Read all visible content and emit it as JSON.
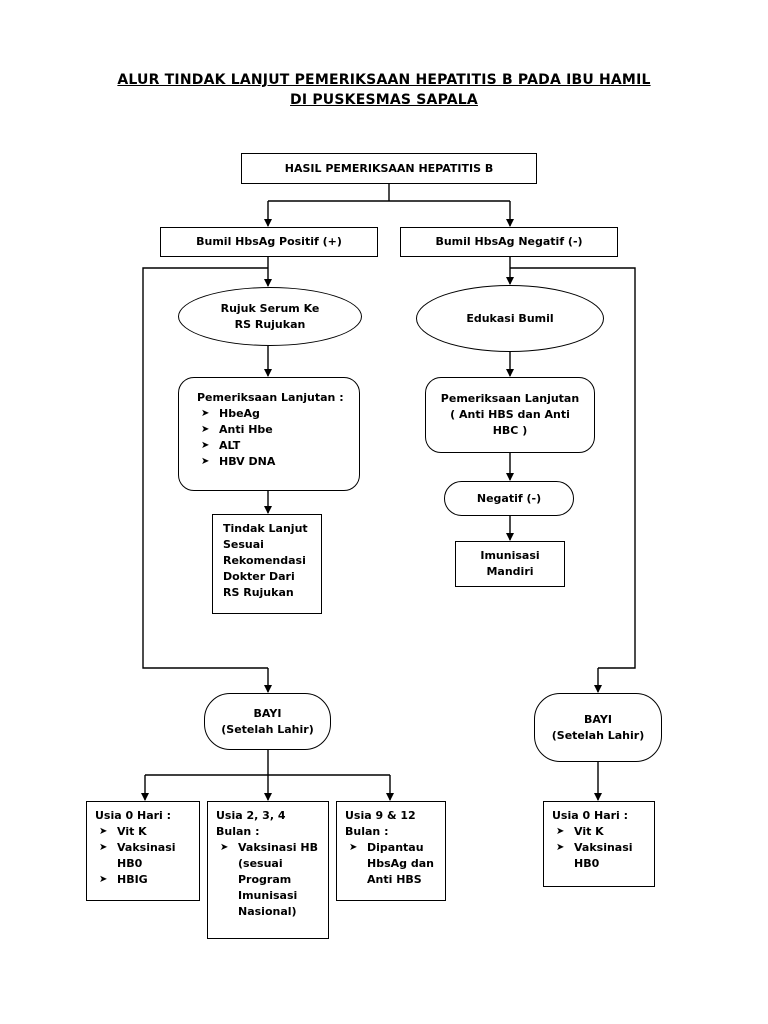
{
  "title": {
    "line1": "ALUR TINDAK LANJUT PEMERIKSAAN HEPATITIS B PADA IBU HAMIL",
    "line2": "DI PUSKESMAS SAPALA"
  },
  "nodes": {
    "hasil": "HASIL PEMERIKSAAN HEPATITIS B",
    "positif": "Bumil HbsAg Positif (+)",
    "negatif": "Bumil HbsAg Negatif (-)",
    "rujuk_line1": "Rujuk Serum Ke",
    "rujuk_line2": "RS Rujukan",
    "edukasi": "Edukasi Bumil",
    "lanjutan_pos": {
      "heading": "Pemeriksaan Lanjutan :",
      "items": [
        "HbeAg",
        "Anti Hbe",
        "ALT",
        "HBV DNA"
      ]
    },
    "lanjutan_neg": {
      "line1": "Pemeriksaan Lanjutan",
      "line2": "( Anti HBS dan Anti",
      "line3": "HBC )"
    },
    "tindak": {
      "line1": "Tindak Lanjut",
      "line2": "Sesuai",
      "line3": "Rekomendasi",
      "line4": "Dokter Dari",
      "line5": "RS Rujukan"
    },
    "neg_result": "Negatif (-)",
    "imunisasi": {
      "line1": "Imunisasi",
      "line2": "Mandiri"
    },
    "bayi_left": {
      "line1": "BAYI",
      "line2": "(Setelah Lahir)"
    },
    "bayi_right": {
      "line1": "BAYI",
      "line2": "(Setelah Lahir)"
    },
    "usia0_left": {
      "heading": "Usia 0 Hari :",
      "items": [
        {
          "l1": "Vit K",
          "l2": ""
        },
        {
          "l1": "Vaksinasi",
          "l2": "HB0"
        },
        {
          "l1": "HBIG",
          "l2": ""
        }
      ]
    },
    "usia234": {
      "heading1": "Usia 2, 3, 4",
      "heading2": "Bulan :",
      "item_l1": "Vaksinasi HB",
      "item_l2": "(sesuai",
      "item_l3": "Program",
      "item_l4": "Imunisasi",
      "item_l5": "Nasional)"
    },
    "usia912": {
      "heading1": "Usia 9 & 12",
      "heading2": "Bulan :",
      "item_l1": "Dipantau",
      "item_l2": "HbsAg dan",
      "item_l3": "Anti HBS"
    },
    "usia0_right": {
      "heading": "Usia 0 Hari :",
      "items": [
        {
          "l1": "Vit K",
          "l2": ""
        },
        {
          "l1": "Vaksinasi",
          "l2": "HB0"
        }
      ]
    }
  },
  "colors": {
    "line": "#000000",
    "background": "#ffffff"
  },
  "icons": {
    "bullet": "arrowhead-bullet-icon"
  }
}
